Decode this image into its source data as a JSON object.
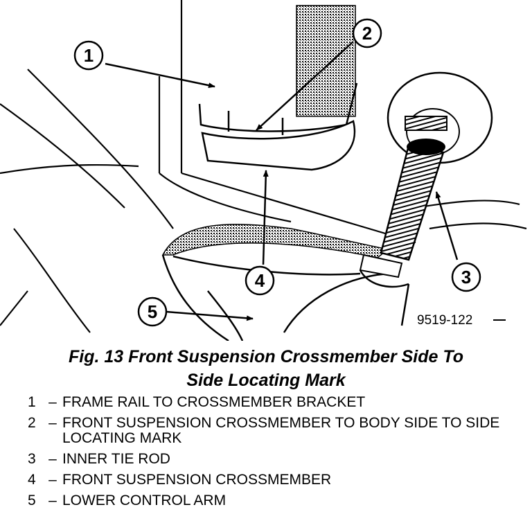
{
  "figure_code": "9519-122",
  "caption": {
    "line1": "Fig. 13 Front Suspension Crossmember Side To",
    "line2": "Side Locating Mark"
  },
  "callouts": [
    "1",
    "2",
    "3",
    "4",
    "5"
  ],
  "legend": [
    {
      "num": "1",
      "dash": "–",
      "text": "FRAME RAIL TO CROSSMEMBER BRACKET"
    },
    {
      "num": "2",
      "dash": "–",
      "text": "FRONT SUSPENSION CROSSMEMBER TO BODY SIDE TO SIDE LOCATING MARK"
    },
    {
      "num": "3",
      "dash": "–",
      "text": "INNER TIE ROD"
    },
    {
      "num": "4",
      "dash": "–",
      "text": "FRONT SUSPENSION CROSSMEMBER"
    },
    {
      "num": "5",
      "dash": "–",
      "text": "LOWER CONTROL ARM"
    }
  ]
}
